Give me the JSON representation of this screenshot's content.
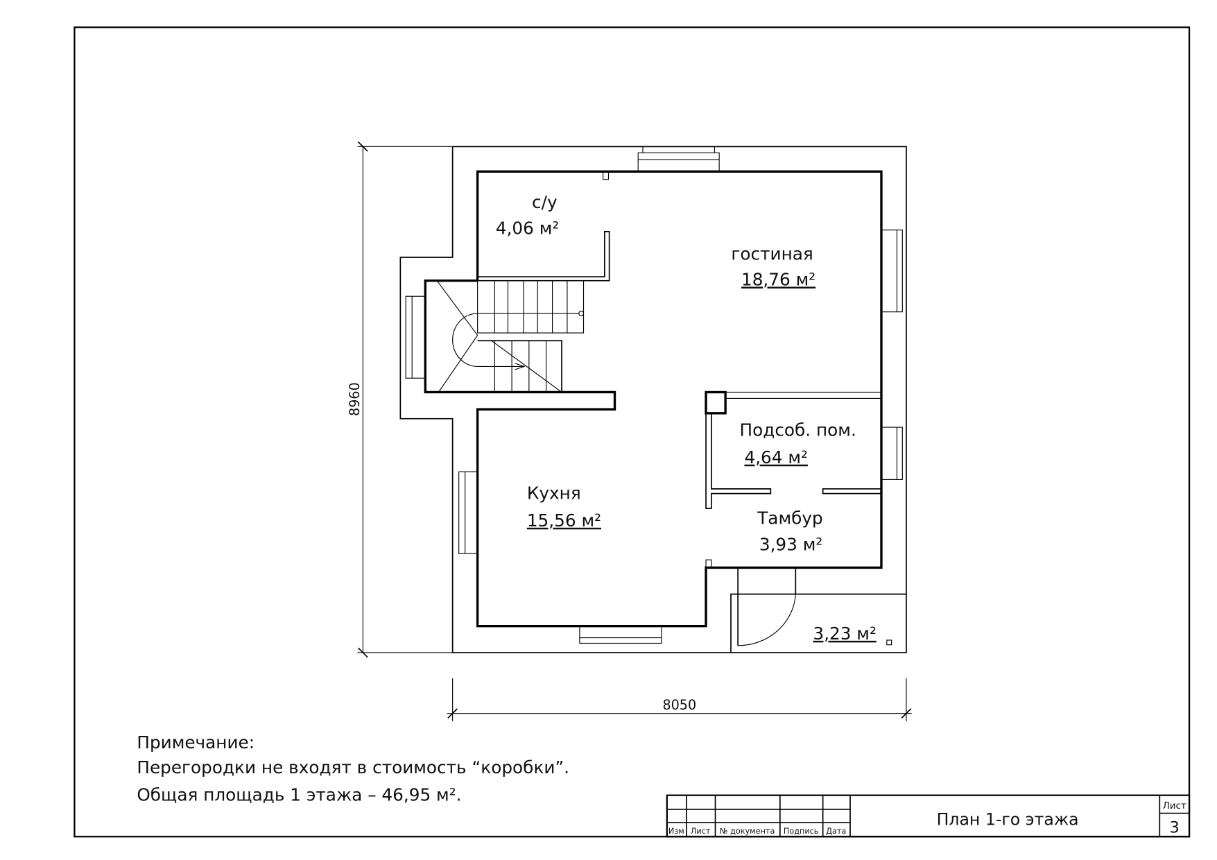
{
  "rooms": [
    {
      "name": "с/у",
      "area": "4,06 м²"
    },
    {
      "name": "гостиная",
      "area": "18,76 м²"
    },
    {
      "name": "Подсоб. пом.",
      "area": "4,64 м²"
    },
    {
      "name": "Кухня",
      "area": "15,56 м²"
    },
    {
      "name": "Тамбур",
      "area": "3,93 м²"
    },
    {
      "name": "",
      "area": "3,23 м²"
    }
  ],
  "dimensions": {
    "height": "8960",
    "width": "8050"
  },
  "notes": {
    "title": "Примечание:",
    "line1": "Перегородки не входят в стоимость “коробки”.",
    "line2": "Общая площадь 1 этажа –  46,95 м²."
  },
  "title_block": {
    "columns": [
      "Изм",
      "Лист",
      "№ документа",
      "Подпись",
      "Дата"
    ],
    "drawing_title": "План 1-го этажа",
    "sheet_label": "Лист",
    "sheet_number": "3"
  }
}
